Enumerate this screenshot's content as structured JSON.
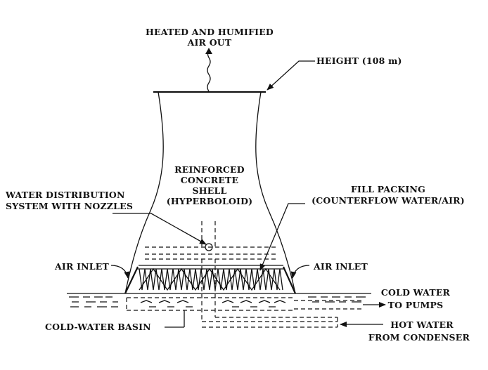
{
  "labels": {
    "top_line1": "HEATED AND HUMIFIED",
    "top_line2": "AIR OUT",
    "height": "HEIGHT (108 m)",
    "shell_line1": "REINFORCED",
    "shell_line2": "CONCRETE",
    "shell_line3": "SHELL",
    "shell_line4": "(HYPERBOLOID)",
    "water_dist_line1": "WATER DISTRIBUTION",
    "water_dist_line2": "SYSTEM WITH NOZZLES",
    "fill_line1": "FILL PACKING",
    "fill_line2": "(COUNTERFLOW WATER/AIR)",
    "air_inlet_left": "AIR INLET",
    "air_inlet_right": "AIR INLET",
    "cold_water_line1": "COLD WATER",
    "cold_water_line2": "TO PUMPS",
    "basin": "COLD-WATER BASIN",
    "hot_water_line1": "HOT WATER",
    "hot_water_line2": "FROM CONDENSER"
  }
}
